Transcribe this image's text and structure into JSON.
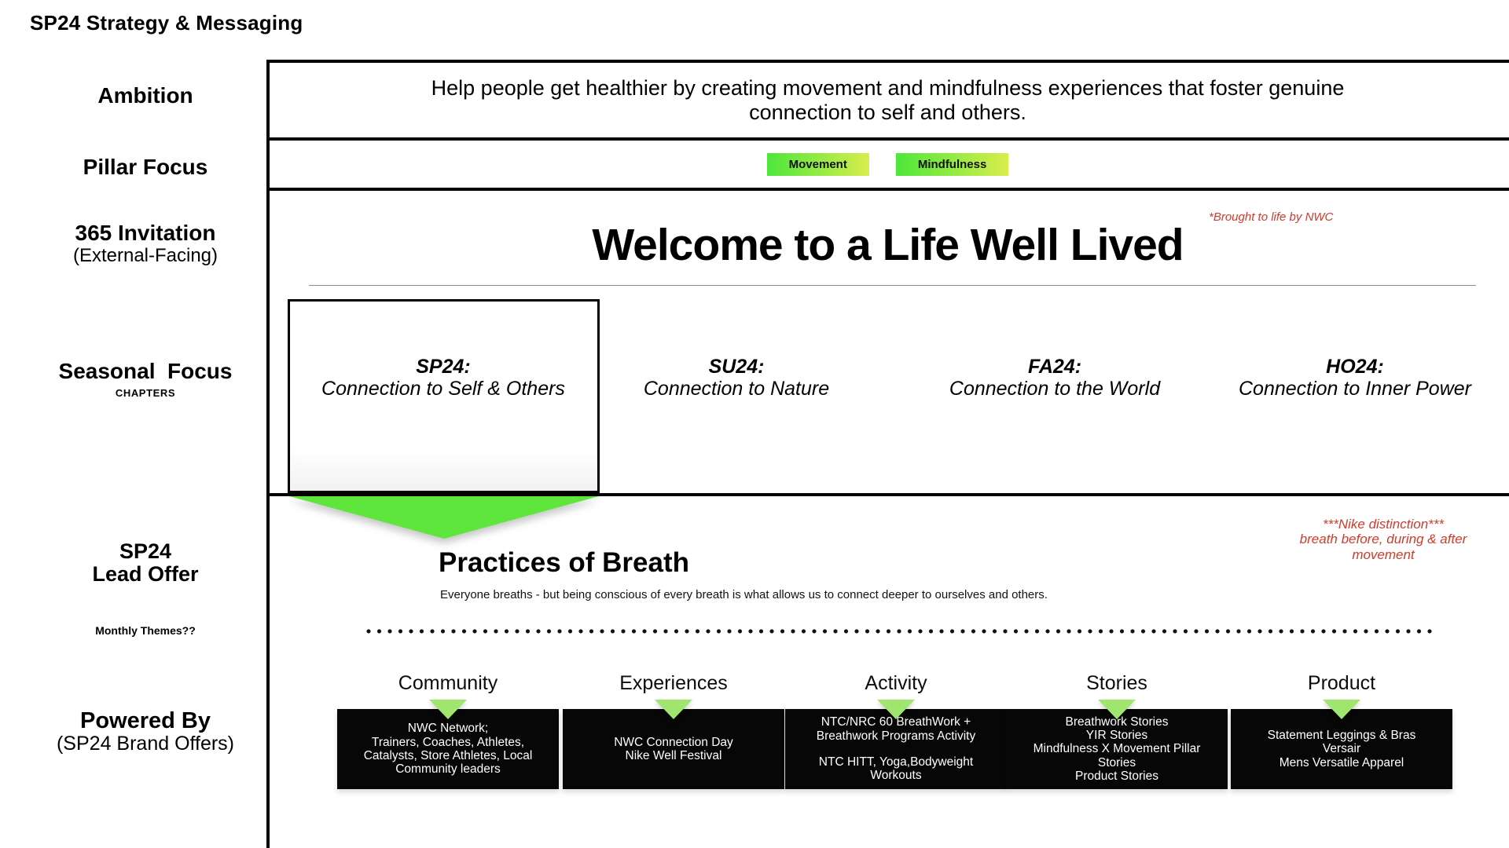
{
  "title": "SP24 Strategy & Messaging",
  "ambition": {
    "label": "Ambition",
    "statement": "Help people get healthier by creating movement and mindfulness experiences that foster genuine connection to self and others."
  },
  "pillar_focus": {
    "label": "Pillar Focus",
    "pillars": [
      {
        "label": "Movement"
      },
      {
        "label": "Mindfulness"
      }
    ]
  },
  "invitation": {
    "label_line1": "365 Invitation",
    "label_line2": "(External-Facing)",
    "heading": "Welcome to a Life Well Lived",
    "annotation": "*Brought to life by NWC"
  },
  "seasonal": {
    "label": "Seasonal  Focus",
    "sublabel": "CHAPTERS",
    "seasons": [
      {
        "code": "SP24:",
        "theme": "Connection to Self & Others"
      },
      {
        "code": "SU24:",
        "theme": "Connection to Nature"
      },
      {
        "code": "FA24:",
        "theme": "Connection to the World"
      },
      {
        "code": "HO24:",
        "theme": "Connection to Inner Power"
      }
    ]
  },
  "lead_offer": {
    "label_line1": "SP24",
    "label_line2": "Lead Offer",
    "heading": "Practices of Breath",
    "description": "Everyone breaths - but being conscious of every breath is what allows us to connect deeper to ourselves and others.",
    "annotation_line1": "***Nike distinction***",
    "annotation_line2": "breath before, during & after",
    "annotation_line3": "movement",
    "monthly_label": "Monthly Themes??"
  },
  "powered_by": {
    "label_line1": "Powered By",
    "label_line2": "(SP24 Brand Offers)",
    "columns": [
      {
        "header": "Community",
        "lines": [
          "NWC Network;",
          "Trainers, Coaches, Athletes,",
          "Catalysts, Store Athletes, Local",
          "Community leaders"
        ]
      },
      {
        "header": "Experiences",
        "lines": [
          "NWC Connection Day",
          "Nike Well Festival"
        ]
      },
      {
        "header": "Activity",
        "lines": [
          "NTC/NRC 60 BreathWork +",
          "Breathwork Programs Activity",
          "",
          "NTC HITT, Yoga,Bodyweight",
          "Workouts"
        ]
      },
      {
        "header": "Stories",
        "lines": [
          "Breathwork Stories",
          "YIR Stories",
          "Mindfulness X Movement Pillar",
          "Stories",
          "Product Stories"
        ]
      },
      {
        "header": "Product",
        "lines": [
          "Statement Leggings & Bras",
          "Versair",
          "Mens Versatile Apparel"
        ]
      }
    ]
  },
  "colors": {
    "pillar_gradient_start": "#4ee63b",
    "pillar_gradient_end": "#d9ee4d",
    "lead_arrow_green": "#5fe63c",
    "column_triangle_green": "#9fe56e",
    "annotation_red": "#d03a2c",
    "offer_box_black": "#070707"
  }
}
